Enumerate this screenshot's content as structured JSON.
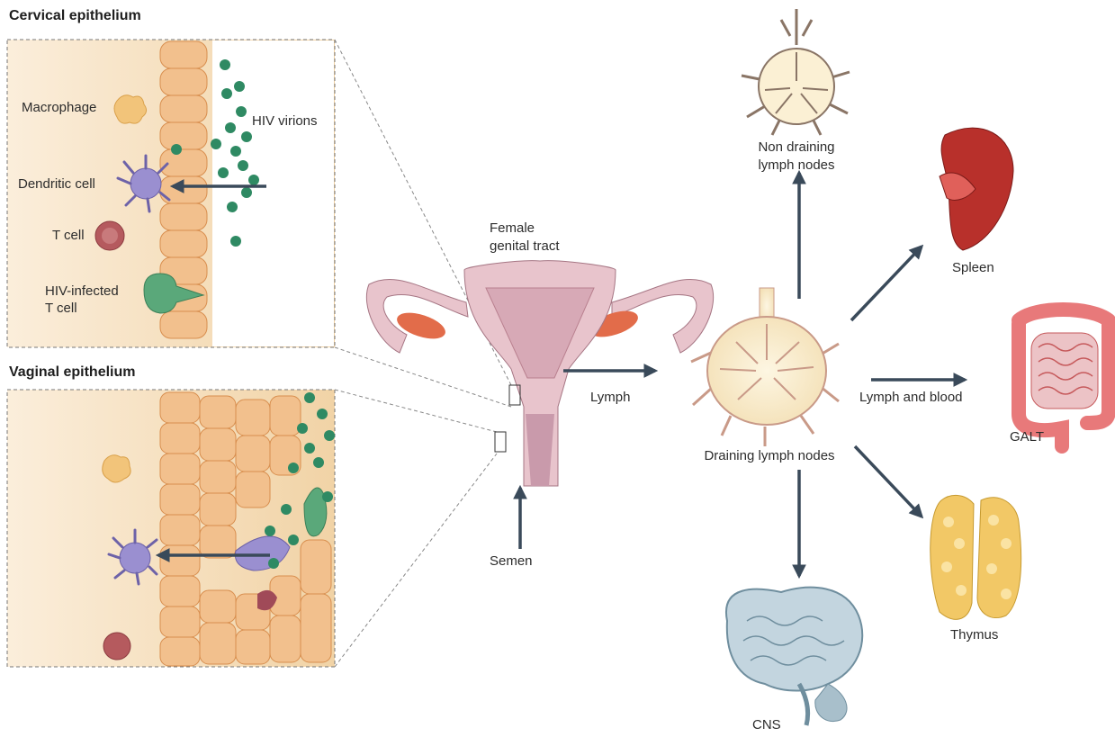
{
  "panels": {
    "cervical": {
      "heading": "Cervical epithelium",
      "labels": {
        "macrophage": "Macrophage",
        "hiv_virions": "HIV virions",
        "dendritic_cell": "Dendritic cell",
        "t_cell": "T cell",
        "hiv_infected_t_cell_line1": "HIV-infected",
        "hiv_infected_t_cell_line2": "T cell"
      }
    },
    "vaginal": {
      "heading": "Vaginal epithelium"
    }
  },
  "center": {
    "genital_tract_line1": "Female",
    "genital_tract_line2": "genital tract",
    "semen": "Semen",
    "lymph": "Lymph"
  },
  "dissemination": {
    "draining_lymph_nodes": "Draining lymph nodes",
    "non_draining_line1": "Non draining",
    "non_draining_line2": "lymph nodes",
    "spleen": "Spleen",
    "lymph_and_blood": "Lymph and blood",
    "galt": "GALT",
    "thymus": "Thymus",
    "cns": "CNS"
  },
  "colors": {
    "arrow": "#3a4a5a",
    "tissue": "#f6e2c2",
    "epithelial_cell": "#f2c08d",
    "epithelial_outline": "#d88e4e",
    "virion": "#2f8a63",
    "dendritic_cell": "#9a8fd0",
    "t_cell": "#b55a5e",
    "infected_t_cell": "#5aa87a",
    "lymph_node": "#fbf0d4",
    "spleen": "#b8302b",
    "galt": "#e8797a",
    "thymus": "#f2c866",
    "brain": "#c3d5df",
    "uterus": "#e8c4cc"
  }
}
